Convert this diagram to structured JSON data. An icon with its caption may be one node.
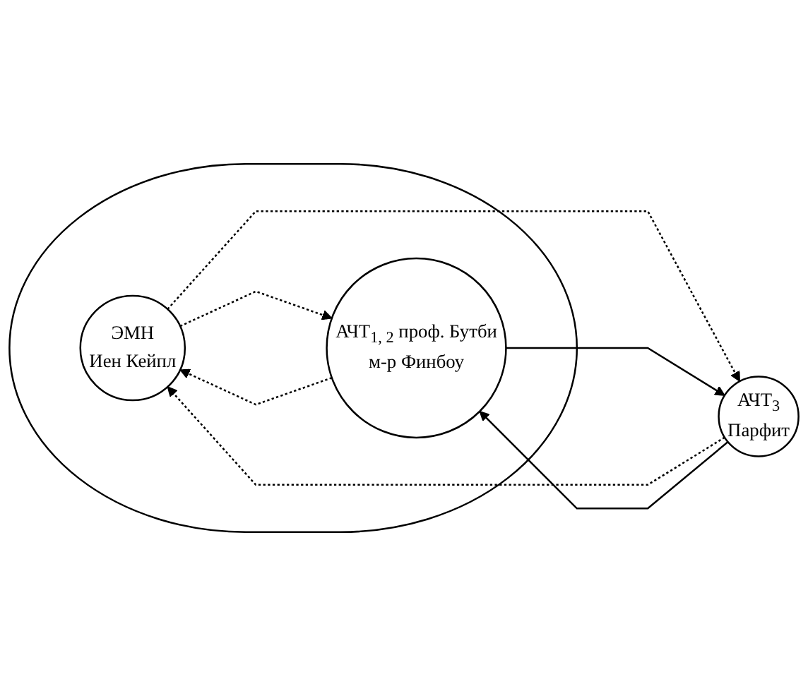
{
  "diagram": {
    "nodes": [
      {
        "text": [],
        "shape": "ellipse"
      },
      {
        "text": [
          "ЭМН",
          "Иен Кейпл"
        ],
        "in": 0
      },
      {
        "text": [
          "АЧТ$_{1, 2}$ проф. Бутби",
          "м-р Финбоу"
        ],
        "in": 0
      },
      {
        "text": [
          "АЧТ$_{3}$",
          "Парфит"
        ]
      }
    ],
    "edges": [
      {
        "from": 1,
        "to": 2,
        "arrow": "to",
        "style": "dashed"
      },
      {
        "from": 2,
        "to": 1,
        "arrow": "to",
        "style": "dashed"
      },
      {
        "from": 1,
        "to": 3,
        "arrow": "to",
        "style": "dashed"
      },
      {
        "from": 3,
        "to": 1,
        "arrow": "to",
        "style": "dashed"
      },
      {
        "from": 2,
        "to": 3,
        "arrow": "to"
      },
      {
        "from": 3,
        "to": 2,
        "arrow": "to"
      }
    ]
  }
}
